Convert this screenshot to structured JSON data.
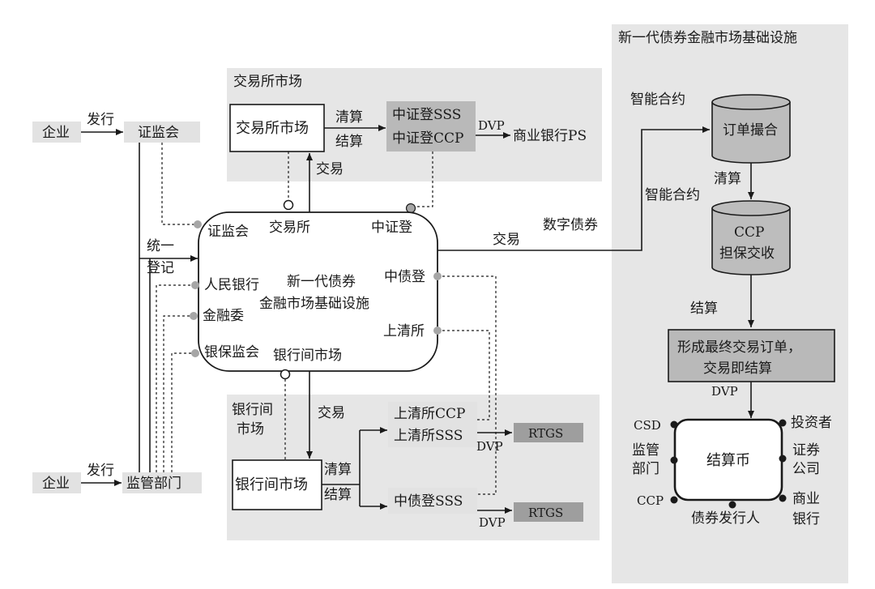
{
  "sections": {
    "exchange_market_title": "交易所市场",
    "interbank_market_title_line1": "银行间",
    "interbank_market_title_line2": "市场",
    "new_infra_title": "新一代债券金融市场基础设施"
  },
  "left": {
    "company_top": "企业",
    "issue_top": "发行",
    "csrc": "证监会",
    "company_bottom": "企业",
    "issue_bottom": "发行",
    "regulators": "监管部门",
    "unified_line1": "统一",
    "unified_line2": "登记"
  },
  "exchange": {
    "market_box": "交易所市场",
    "clearing": "清算",
    "settlement": "结算",
    "csdc_sss": "中证登SSS",
    "csdc_ccp": "中证登CCP",
    "dvp": "DVP",
    "commercial_bank_ps": "商业银行PS",
    "trade": "交易"
  },
  "center": {
    "csrc": "证监会",
    "exchange": "交易所",
    "csdc": "中证登",
    "pboc": "人民银行",
    "title_line1": "新一代债券",
    "title_line2": "金融市场基础设施",
    "ccdc": "中债登",
    "fin_committee": "金融委",
    "shclearing": "上清所",
    "cbirc": "银保监会",
    "interbank": "银行间市场"
  },
  "interbank": {
    "trade": "交易",
    "market_box": "银行间市场",
    "clearing": "清算",
    "settlement": "结算",
    "shc_ccp": "上清所CCP",
    "shc_sss": "上清所SSS",
    "dvp_top": "DVP",
    "rtgs_top": "RTGS",
    "ccdc_sss": "中债登SSS",
    "dvp_bottom": "DVP",
    "rtgs_bottom": "RTGS"
  },
  "link": {
    "trade": "交易",
    "digital_bond": "数字债券"
  },
  "infra": {
    "smart_contract_1": "智能合约",
    "order_matching": "订单撮合",
    "clearing": "清算",
    "smart_contract_2": "智能合约",
    "ccp_line1": "CCP",
    "ccp_line2": "担保交收",
    "settlement": "结算",
    "final_line1": "形成最终交易订单，",
    "final_line2": "交易即结算",
    "dvp": "DVP",
    "settlement_coin": "结算币",
    "csd": "CSD",
    "investor": "投资者",
    "regulator_line1": "监管",
    "regulator_line2": "部门",
    "securities_line1": "证券",
    "securities_line2": "公司",
    "ccp": "CCP",
    "commercial_line1": "商业",
    "commercial_line2": "银行",
    "bond_issuer": "债券发行人"
  },
  "colors": {
    "panel_gray": "#e6e6e6",
    "box_light": "#e2e2e2",
    "box_mid": "#b9b9b9",
    "box_dark": "#9e9e9e",
    "cylinder_gray": "#bdbdbd",
    "dot_gray": "#a6a6a6",
    "line": "#1a1a1a"
  }
}
